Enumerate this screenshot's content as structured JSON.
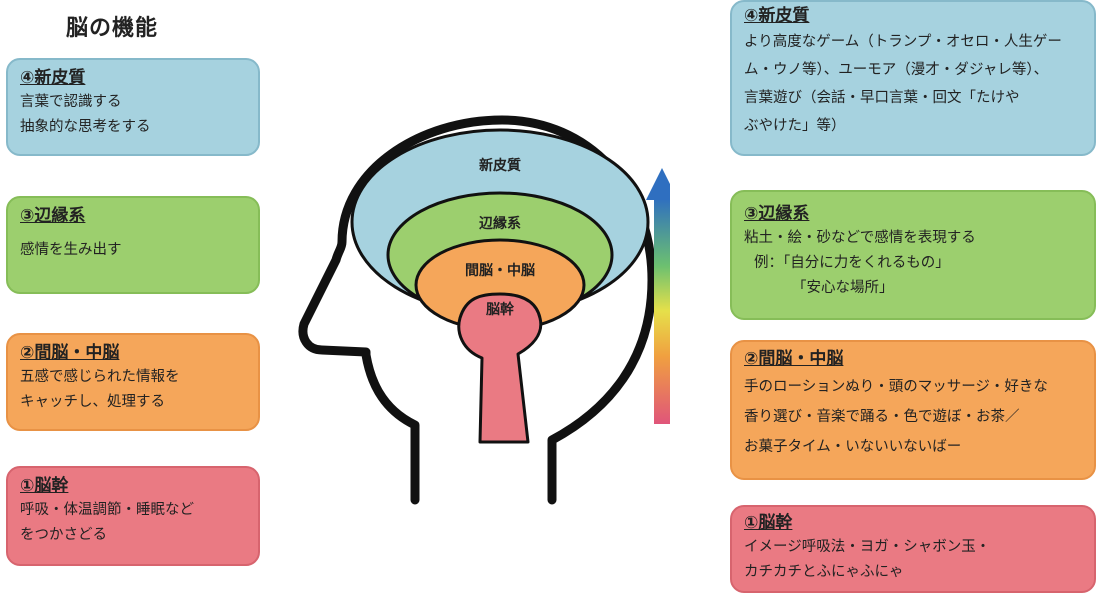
{
  "title": "脳の機能",
  "left_boxes": [
    {
      "heading": "④新皮質",
      "lines": [
        "言葉で認識する",
        "抽象的な思考をする"
      ]
    },
    {
      "heading": "③辺縁系",
      "lines": [
        "感情を生み出す"
      ]
    },
    {
      "heading": "②間脳・中脳",
      "lines": [
        "五感で感じられた情報を",
        "キャッチし、処理する"
      ]
    },
    {
      "heading": "①脳幹",
      "lines": [
        "呼吸・体温調節・睡眠など",
        "をつかさどる"
      ]
    }
  ],
  "brain_labels": {
    "neocortex": "新皮質",
    "limbic": "辺縁系",
    "diencephalon": "間脳・中脳",
    "brainstem": "脳幹"
  },
  "right_boxes": [
    {
      "heading": "④新皮質",
      "lines": [
        "より高度なゲーム（トランプ・オセロ・人生ゲー",
        "ム・ウノ等）、ユーモア（漫才・ダジャレ等）、",
        "言葉遊び（会話・早口言葉・回文「たけや",
        "ぶやけた」等）"
      ]
    },
    {
      "heading": "③辺縁系",
      "lines": [
        "粘土・絵・砂などで感情を表現する",
        "例：「自分に力をくれるもの」",
        "「安心な場所」"
      ]
    },
    {
      "heading": "②間脳・中脳",
      "lines": [
        "手のローションぬり・頭のマッサージ・好きな",
        "香り選び・音楽で踊る・色で遊ぼ・お茶／",
        "お菓子タイム・いないいないばー"
      ]
    },
    {
      "heading": "①脳幹",
      "lines": [
        "イメージ呼吸法・ヨガ・シャボン玉・",
        "カチカチとふにゃふにゃ"
      ]
    }
  ],
  "colors": {
    "neocortex": "#a6d2df",
    "limbic": "#9ccf6e",
    "diencephalon": "#f5a65a",
    "brainstem": "#ea7a83"
  }
}
